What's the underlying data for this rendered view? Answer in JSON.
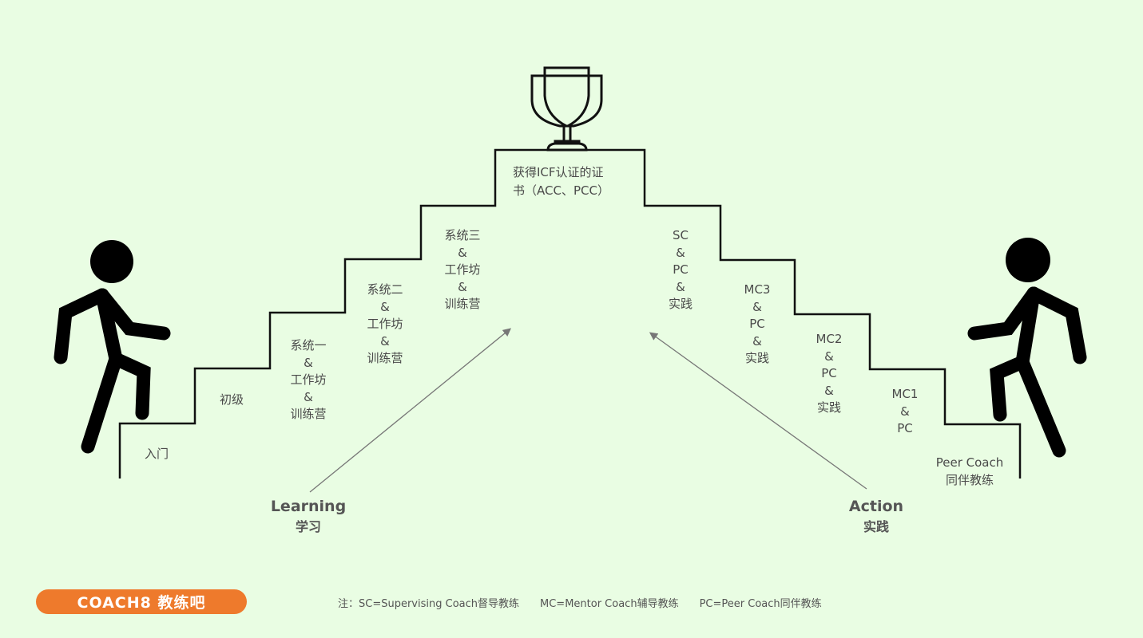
{
  "top_step": {
    "line1": "获得ICF认证的证",
    "line2": "书（ACC、PCC）"
  },
  "left_steps": [
    {
      "lines": [
        "入门"
      ]
    },
    {
      "lines": [
        "初级"
      ]
    },
    {
      "lines": [
        "系统一",
        "&",
        "工作坊",
        "&",
        "训练营"
      ]
    },
    {
      "lines": [
        "系统二",
        "&",
        "工作坊",
        "&",
        "训练营"
      ]
    },
    {
      "lines": [
        "系统三",
        "&",
        "工作坊",
        "&",
        "训练营"
      ]
    }
  ],
  "right_steps": [
    {
      "lines": [
        "SC",
        "&",
        "PC",
        "&",
        "实践"
      ]
    },
    {
      "lines": [
        "MC3",
        "&",
        "PC",
        "&",
        "实践"
      ]
    },
    {
      "lines": [
        "MC2",
        "&",
        "PC",
        "&",
        "实践"
      ]
    },
    {
      "lines": [
        "MC1",
        "&",
        "PC"
      ]
    },
    {
      "lines": [
        "Peer Coach",
        "同伴教练"
      ]
    }
  ],
  "learning": {
    "en": "Learning",
    "zh": "学习"
  },
  "action": {
    "en": "Action",
    "zh": "实践"
  },
  "logo": "COACH8 教练吧",
  "notes": [
    "注：SC=Supervising Coach督导教练",
    "MC=Mentor Coach辅导教练",
    "PC=Peer Coach同伴教练"
  ],
  "colors": {
    "background": "#e9fde3",
    "logo": "#ee7a2c"
  }
}
